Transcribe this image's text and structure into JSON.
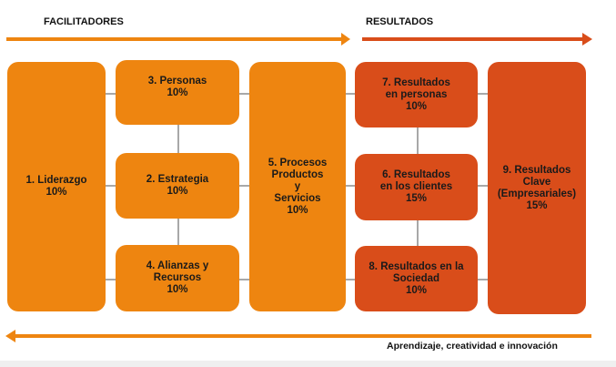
{
  "headers": {
    "facilitadores": "FACILITADORES",
    "resultados": "RESULTADOS"
  },
  "footer": "Aprendizaje, creatividad e innovación",
  "colors": {
    "facilitadores": "#ee8510",
    "resultados": "#d94d1a"
  },
  "boxes": {
    "liderazgo": {
      "title": "1.  Liderazgo",
      "pct": "10%"
    },
    "estrategia": {
      "title": "2. Estrategia",
      "pct": "10%"
    },
    "personas": {
      "title": "3. Personas",
      "pct": "10%"
    },
    "alianzas": {
      "title1": "4. Alianzas y",
      "title2": "Recursos",
      "pct": "10%"
    },
    "procesos": {
      "title1": "5. Procesos",
      "title2": "Productos",
      "title3": "y",
      "title4": "Servicios",
      "pct": "10%"
    },
    "res_clientes": {
      "title1": "6. Resultados",
      "title2": "en los clientes",
      "pct": "15%"
    },
    "res_personas": {
      "title1": "7. Resultados",
      "title2": "en personas",
      "pct": "10%"
    },
    "res_sociedad": {
      "title1": "8. Resultados en la",
      "title2": "Sociedad",
      "pct": "10%"
    },
    "res_clave": {
      "title1": "9.  Resultados",
      "title2": "Clave",
      "title3": "(Empresariales)",
      "pct": "15%"
    }
  }
}
